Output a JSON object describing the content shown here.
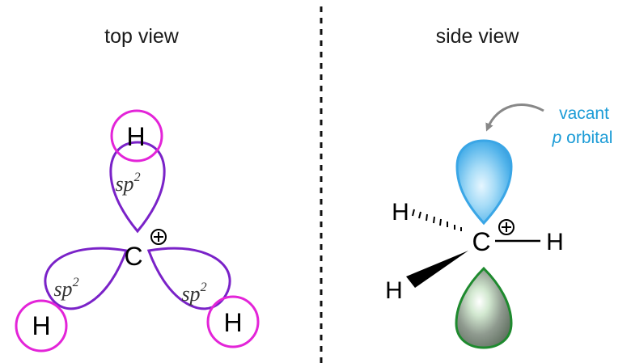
{
  "top_view": {
    "title": "top view",
    "central_atom": "C",
    "charge_symbol": "⊕",
    "substituents": [
      "H",
      "H",
      "H"
    ],
    "orbital_label": "sp",
    "orbital_superscript": "2"
  },
  "side_view": {
    "title": "side view",
    "central_atom": "C",
    "charge_symbol": "⊕",
    "substituents": [
      "H",
      "H",
      "H"
    ],
    "annotation_line1": "vacant",
    "annotation_p": "p",
    "annotation_line2_rest": " orbital"
  },
  "colors": {
    "orbital_outline": "#7a22c8",
    "h_circle": "#e324d8",
    "p_orbital_top": "#3aa6e6",
    "p_orbital_bottom": "#1e8a2e",
    "annotation_text": "#1a9bd6",
    "arrow": "#888888"
  }
}
